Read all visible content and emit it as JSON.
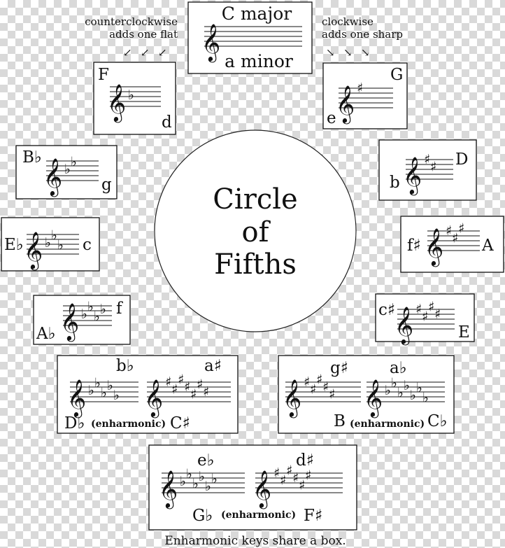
{
  "title": {
    "line1": "Circle",
    "line2": "of",
    "line3": "Fifths"
  },
  "notes": {
    "left": [
      "counterclockwise",
      "adds one flat"
    ],
    "right": [
      "clockwise",
      "adds one sharp"
    ]
  },
  "caption": "Enharmonic keys share a box.",
  "symbols": {
    "clef": "𝄞",
    "flat": "♭",
    "sharp": "♯",
    "arrow_left": "↙",
    "arrow_right": "↘"
  },
  "keys": [
    {
      "major": "C major",
      "minor": "a minor",
      "accidentals": "none",
      "count": 0
    },
    {
      "major": "G",
      "minor": "e",
      "accidentals": "sharp",
      "count": 1
    },
    {
      "major": "D",
      "minor": "b",
      "accidentals": "sharp",
      "count": 2
    },
    {
      "major": "A",
      "minor": "f♯",
      "accidentals": "sharp",
      "count": 3
    },
    {
      "major": "E",
      "minor": "c♯",
      "accidentals": "sharp",
      "count": 4
    },
    {
      "major": "B",
      "minor": "g♯",
      "accidentals": "sharp",
      "count": 5,
      "enharmonic": {
        "major": "C♭",
        "minor": "a♭",
        "accidentals": "flat",
        "count": 7
      }
    },
    {
      "major": "G♭",
      "minor": "e♭",
      "accidentals": "flat",
      "count": 6,
      "enharmonic": {
        "major": "F♯",
        "minor": "d♯",
        "accidentals": "sharp",
        "count": 6
      }
    },
    {
      "major": "D♭",
      "minor": "b♭",
      "accidentals": "flat",
      "count": 5,
      "enharmonic": {
        "major": "C♯",
        "minor": "a♯",
        "accidentals": "sharp",
        "count": 7
      }
    },
    {
      "major": "A♭",
      "minor": "f",
      "accidentals": "flat",
      "count": 4
    },
    {
      "major": "E♭",
      "minor": "c",
      "accidentals": "flat",
      "count": 3
    },
    {
      "major": "B♭",
      "minor": "g",
      "accidentals": "flat",
      "count": 2
    },
    {
      "major": "F",
      "minor": "d",
      "accidentals": "flat",
      "count": 1
    }
  ],
  "enharmonic_label": "(enharmonic)"
}
